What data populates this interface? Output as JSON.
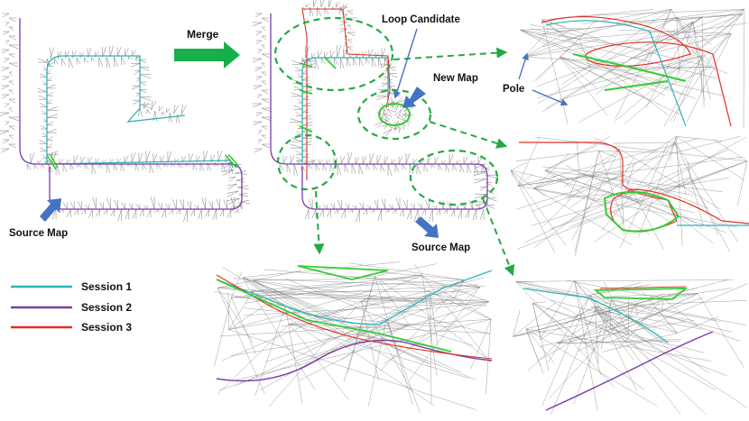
{
  "labels": {
    "merge": "Merge",
    "loop_candidate": "Loop Candidate",
    "new_map": "New Map",
    "pole": "Pole",
    "source_map_left": "Source Map",
    "source_map_center": "Source Map"
  },
  "legend": {
    "items": [
      {
        "label": "Session 1",
        "color": "#2bb5b5"
      },
      {
        "label": "Session 2",
        "color": "#7a3da8"
      },
      {
        "label": "Session 3",
        "color": "#e03020"
      }
    ]
  },
  "colors": {
    "session1": "#2bb5b5",
    "session2": "#7a3da8",
    "session3": "#e03020",
    "loop_green": "#33cc33",
    "dashed_green": "#22aa44",
    "merge_arrow": "#16b04a",
    "pointer_blue": "#4472c4",
    "mesh_gray": "#555555"
  }
}
